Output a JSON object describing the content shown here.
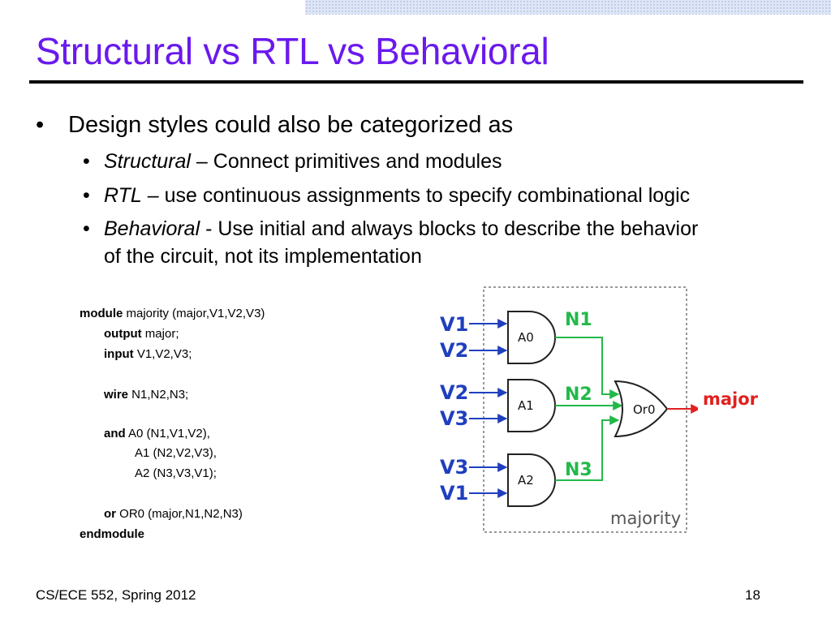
{
  "slide": {
    "title": "Structural vs RTL vs Behavioral",
    "bullet_main": "Design styles could also be categorized as",
    "sub_bullets": [
      {
        "term": "Structural",
        "sep": " – ",
        "desc": "Connect primitives and modules"
      },
      {
        "term": "RTL",
        "sep": " – ",
        "desc": "use continuous assignments to specify combinational logic"
      },
      {
        "term": "Behavioral",
        "sep": " - ",
        "desc": "Use initial and always blocks to describe the behavior",
        "desc_line2": "of the circuit, not its implementation"
      }
    ]
  },
  "code": [
    {
      "kw": "module",
      "rest": " majority (major,V1,V2,V3)"
    },
    {
      "kw": "output",
      "rest": " major;"
    },
    {
      "kw": "input",
      "rest": " V1,V2,V3;"
    },
    {
      "kw": "wire",
      "rest": " N1,N2,N3;"
    },
    {
      "kw": "and",
      "rest": " A0 (N1,V1,V2),"
    },
    {
      "kw": "",
      "rest": "A1 (N2,V2,V3),"
    },
    {
      "kw": "",
      "rest": "A2 (N3,V3,V1);"
    },
    {
      "kw": "or",
      "rest": " OR0 (major,N1,N2,N3)"
    },
    {
      "kw": "endmodule",
      "rest": ""
    }
  ],
  "diagram": {
    "inputs": [
      "V1",
      "V2",
      "V2",
      "V3",
      "V3",
      "V1"
    ],
    "and_gates": [
      "A0",
      "A1",
      "A2"
    ],
    "nets": [
      "N1",
      "N2",
      "N3"
    ],
    "or_gate": "Or0",
    "output": "major",
    "module_label": "majority",
    "colors": {
      "input": "#1f3fbf",
      "net": "#22b94a",
      "output": "#e02020"
    }
  },
  "footer": {
    "course": "CS/ECE 552, Spring 2012",
    "page": "18"
  }
}
